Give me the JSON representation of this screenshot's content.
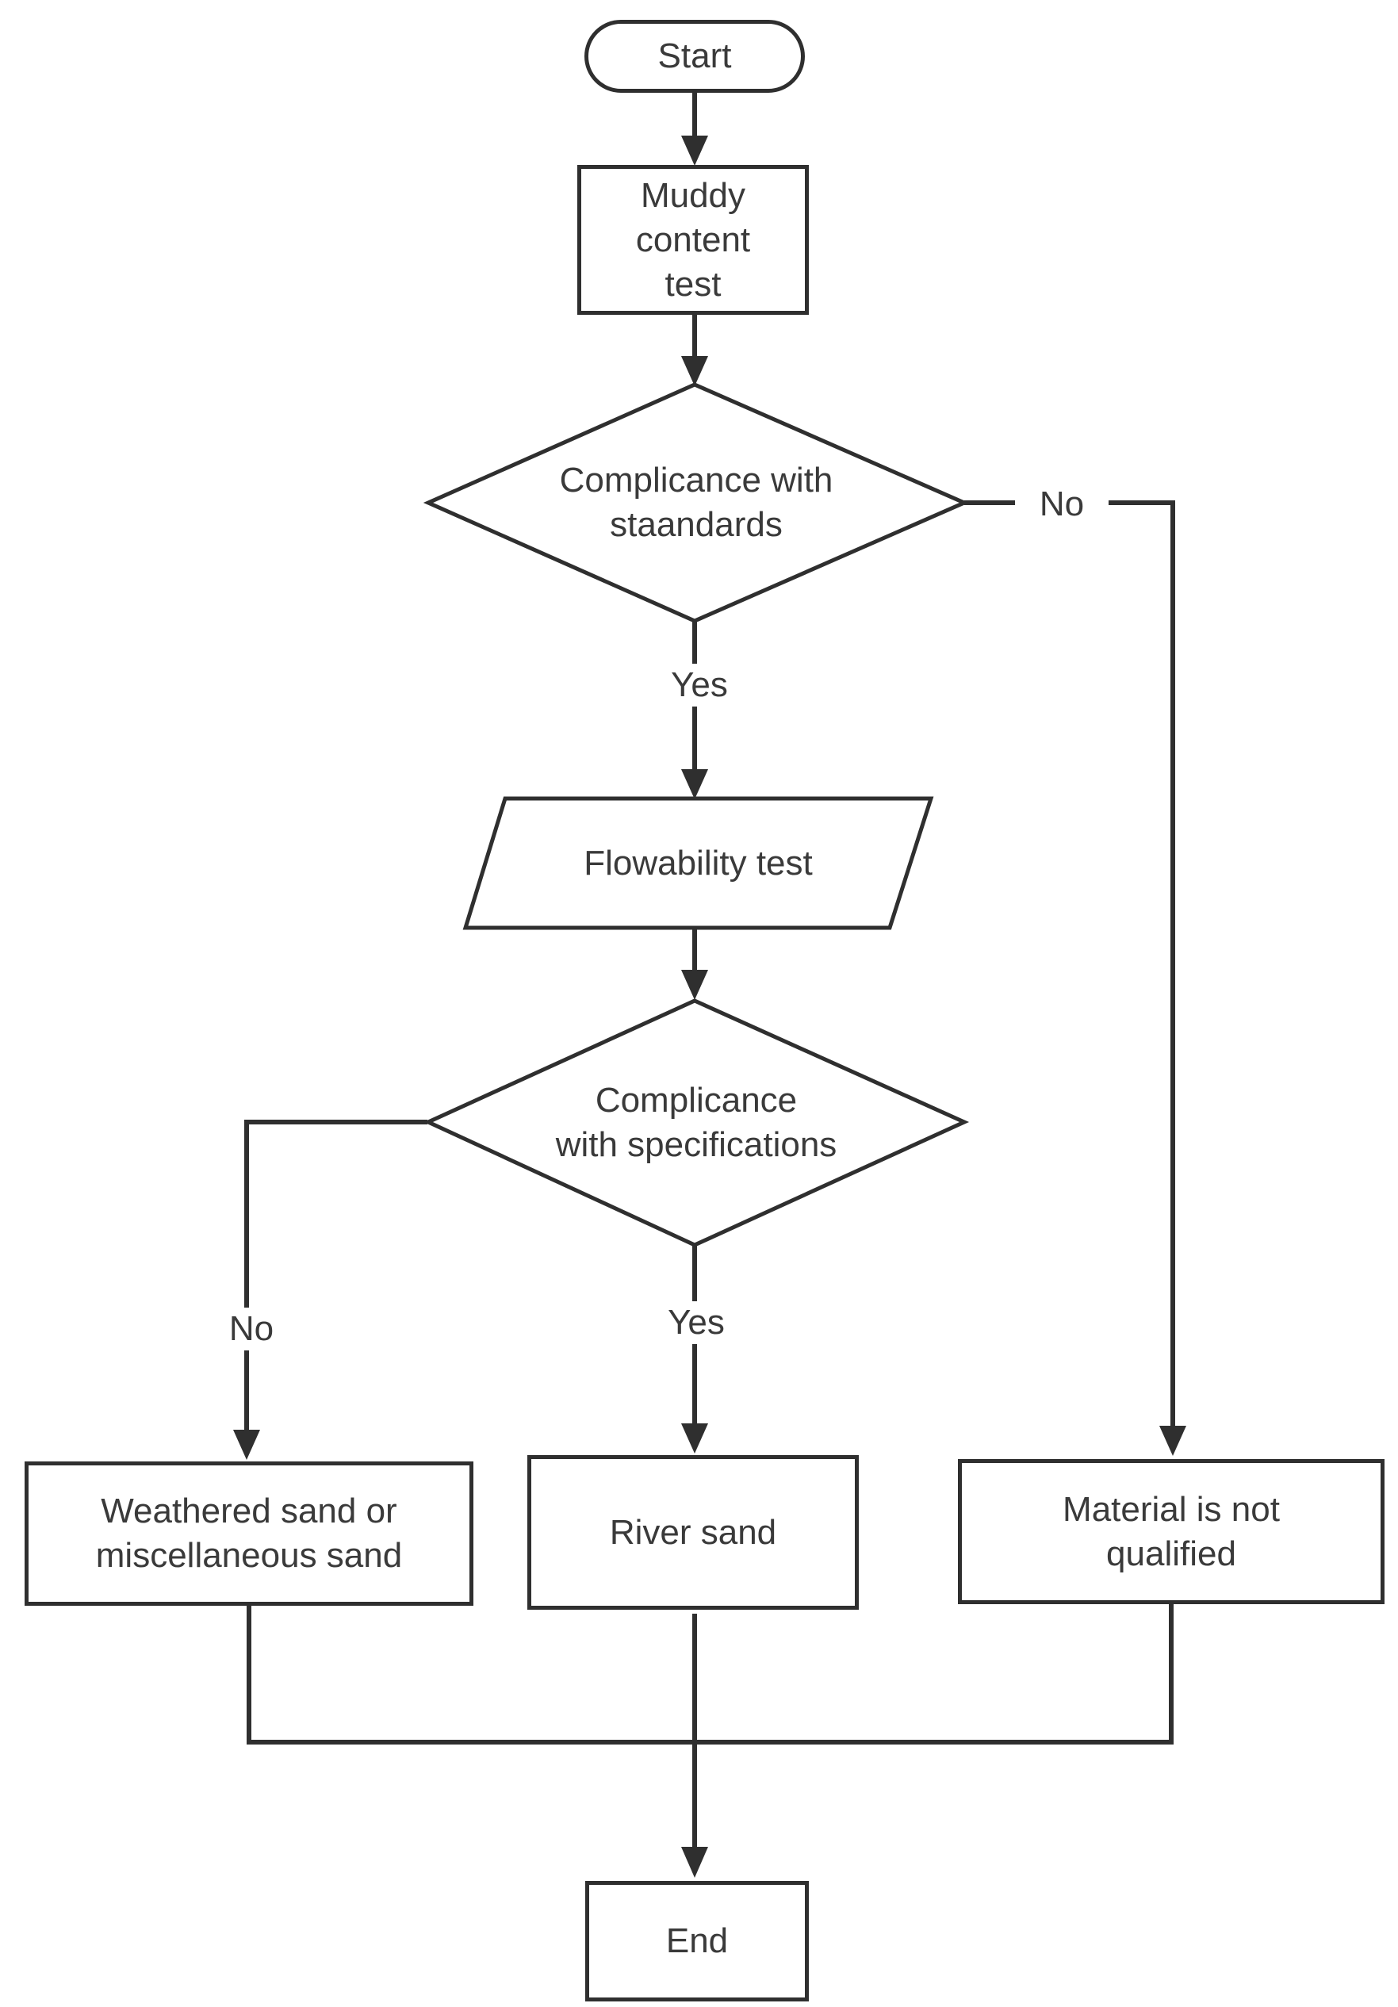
{
  "nodes": {
    "start": {
      "label": "Start",
      "shape": "terminator"
    },
    "muddy_test": {
      "label": "Muddy\ncontent\ntest",
      "shape": "process"
    },
    "standards_decision": {
      "label": "Complicance with\nstaandards",
      "shape": "decision"
    },
    "flowability_test": {
      "label": "Flowability test",
      "shape": "parallelogram"
    },
    "specifications_decision": {
      "label": "Complicance\nwith specifications",
      "shape": "decision"
    },
    "weathered_sand": {
      "label": "Weathered sand or\nmiscellaneous sand",
      "shape": "process"
    },
    "river_sand": {
      "label": "River sand",
      "shape": "process"
    },
    "not_qualified": {
      "label": "Material is not\nqualified",
      "shape": "process"
    },
    "end": {
      "label": "End",
      "shape": "process"
    }
  },
  "edge_labels": {
    "standards_yes": "Yes",
    "standards_no": "No",
    "specifications_yes": "Yes",
    "specifications_no": "No"
  },
  "colors": {
    "line": "#2f2f2f",
    "text": "#3a3a3a",
    "background": "#ffffff",
    "node_fill": "#ffffff"
  }
}
